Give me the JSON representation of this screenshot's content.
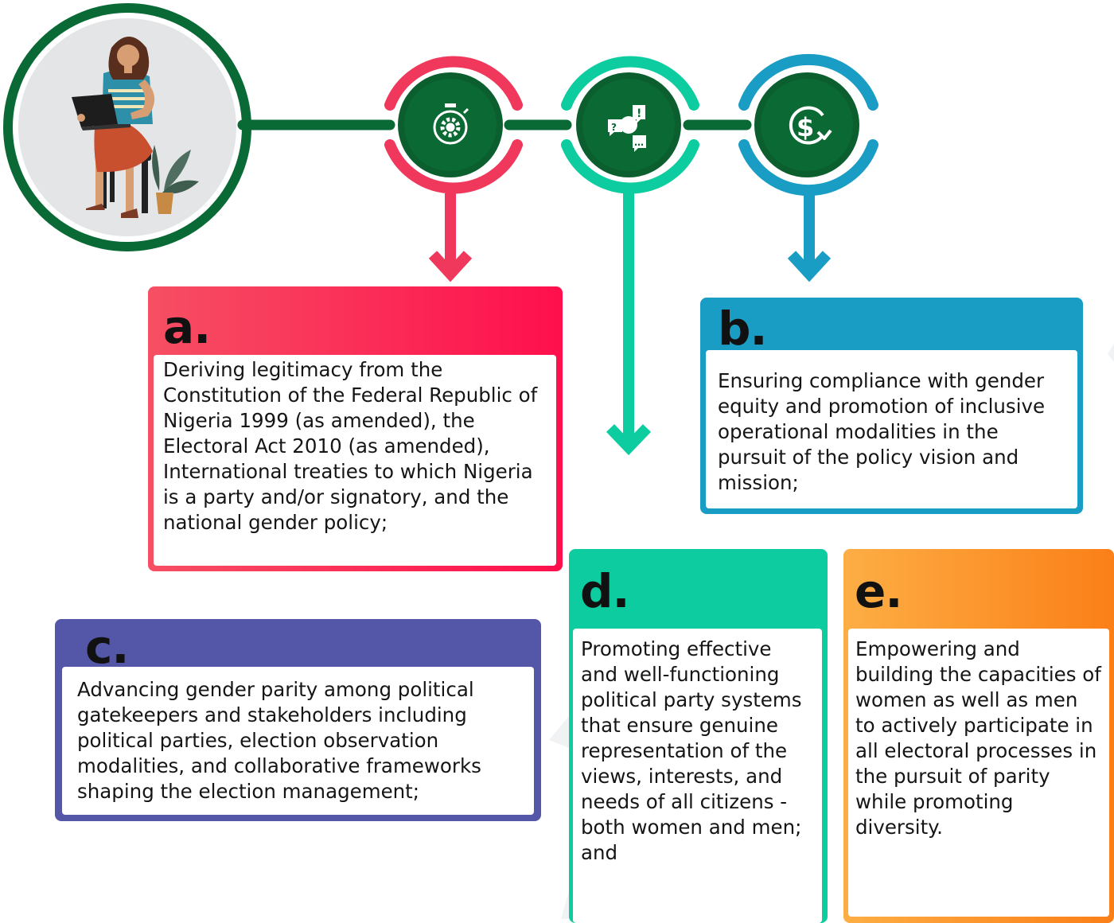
{
  "colors": {
    "dark_green": "#0a6a35",
    "icon_green": "#0b5e2e",
    "pink": "#f0385c",
    "teal": "#0ccca0",
    "blue": "#1a9dc5",
    "purple": "#5457a8",
    "orange": "#fb8a20"
  },
  "icons": {
    "avatar": "woman-with-laptop-illustration",
    "step1": "stopwatch-gear-icon",
    "step2": "question-exclamation-bubbles-icon",
    "step3": "dollar-cycle-icon"
  },
  "cards": {
    "a": {
      "letter": "a.",
      "text": "Deriving legitimacy from the Constitution of the Federal Republic of Nigeria 1999 (as amended), the Electoral Act 2010 (as amended), International treaties to which Nigeria is a party and/or signatory, and the national gender policy;"
    },
    "b": {
      "letter": "b.",
      "text": "Ensuring compliance with gender equity and promotion of inclusive operational modalities in the pursuit of the policy vision and mission;"
    },
    "c": {
      "letter": "c.",
      "text": "Advancing gender parity among political gatekeepers and stakeholders including political parties, election observation modalities, and collaborative frameworks shaping the election management;"
    },
    "d": {
      "letter": "d.",
      "text": "Promoting effective and well-functioning political party systems that ensure genuine representation of the views, interests, and needs of all citizens - both women and men; and"
    },
    "e": {
      "letter": "e.",
      "text": "Empowering and building the capacities of women as well as men to actively participate in all electoral processes in the pursuit of parity while promoting diversity."
    }
  }
}
